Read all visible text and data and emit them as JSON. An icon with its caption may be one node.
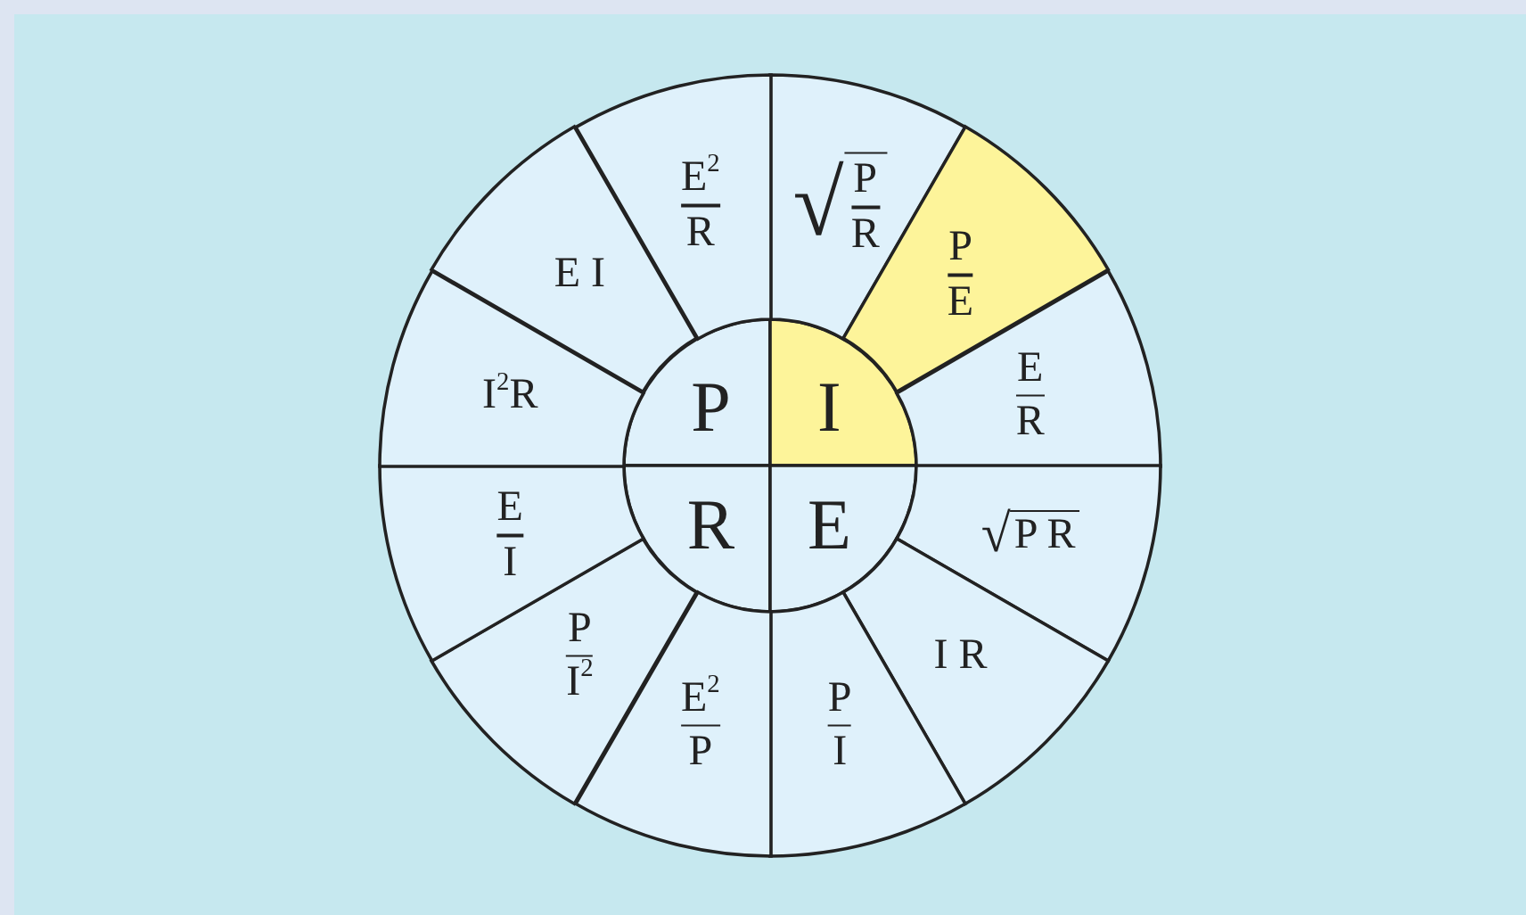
{
  "diagram": {
    "nodes": [
      {
        "text": [
          "P"
        ]
      },
      {
        "text": [
          "I"
        ]
      },
      {
        "text": [
          "R"
        ]
      },
      {
        "text": [
          "E"
        ]
      },
      {
        "text": [
          "√",
          "P",
          "R"
        ]
      },
      {
        "text": [
          "P",
          "E"
        ]
      },
      {
        "text": [
          "E",
          "R"
        ]
      },
      {
        "text": [
          "√",
          "P R"
        ]
      },
      {
        "text": [
          "I R"
        ]
      },
      {
        "text": [
          "P",
          "I"
        ]
      },
      {
        "text": [
          "E$^{2}$",
          "P"
        ]
      },
      {
        "text": [
          "P",
          "I$^{2}$"
        ]
      },
      {
        "text": [
          "E",
          "I"
        ]
      },
      {
        "text": [
          "I$^{2}$R"
        ]
      },
      {
        "text": [
          "E I"
        ]
      },
      {
        "text": [
          "E$^{2}$",
          "R"
        ]
      }
    ]
  }
}
